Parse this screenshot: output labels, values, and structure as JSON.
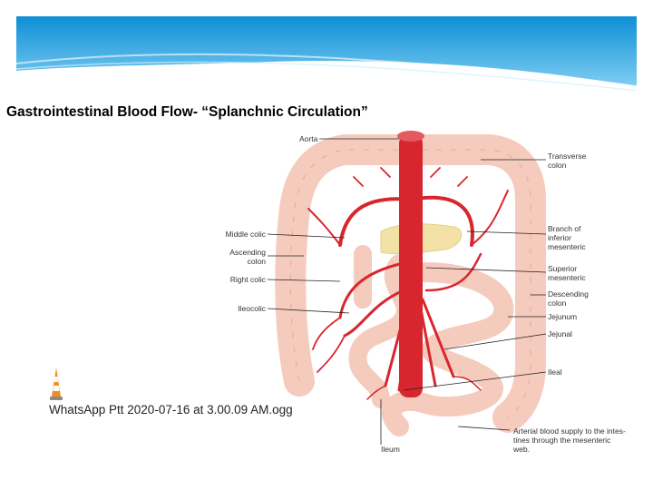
{
  "slide": {
    "title": "Gastrointestinal Blood Flow- “Splanchnic Circulation”",
    "colors": {
      "banner_top": "#0d8fd6",
      "banner_bottom": "#7fcdf2",
      "vessel": "#d8262e",
      "intestine": "#f4cbbd",
      "pancreas": "#f3e2a8"
    }
  },
  "diagram": {
    "labels": {
      "aorta": "Aorta",
      "transverse_colon": [
        "Transverse",
        "colon"
      ],
      "middle_colic": "Middle colic",
      "ascending_colon": [
        "Ascending",
        "colon"
      ],
      "right_colic": "Right colic",
      "ileocolic": "Ileocolic",
      "branch_inferior_mesenteric": [
        "Branch of",
        "inferior",
        "mesenteric"
      ],
      "superior_mesenteric": [
        "Superior",
        "mesenteric"
      ],
      "descending_colon": [
        "Descending",
        "colon"
      ],
      "jejunum": "Jejunum",
      "jejunal": "Jejunal",
      "ileal": "Ileal",
      "ileum": "Ileum",
      "caption": [
        "Arterial blood supply to the intes-",
        "tines through the mesenteric",
        "web."
      ]
    }
  },
  "media": {
    "icon": "traffic-cone-icon",
    "file_label": "WhatsApp Ptt 2020-07-16 at 3.00.09 AM.ogg"
  }
}
